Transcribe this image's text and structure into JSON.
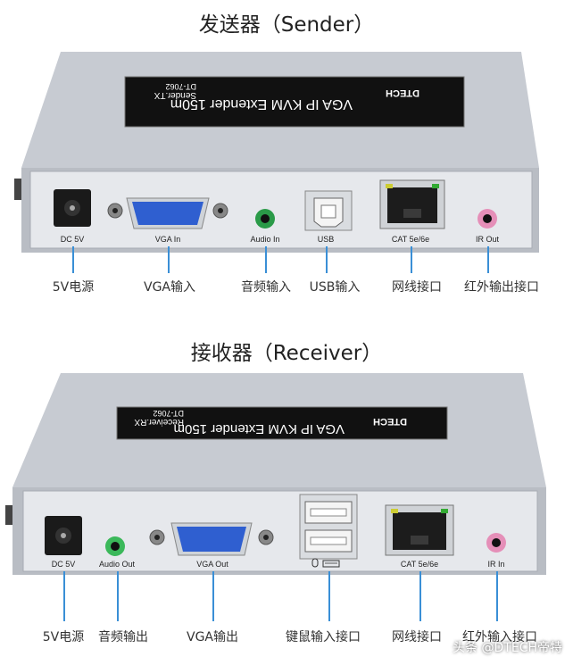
{
  "sender": {
    "title": "发送器（Sender）",
    "sticker": {
      "brand": "DTECH",
      "product": "VGA IP KVM Extender 150m",
      "model": "DT-7062",
      "unit": "Sender.TX"
    },
    "port_labels": [
      "DC 5V",
      "VGA In",
      "Audio In",
      "USB",
      "CAT 5e/6e",
      "IR Out"
    ],
    "callouts": [
      "5V电源",
      "VGA输入",
      "音频输入",
      "USB输入",
      "网线接口",
      "红外输出接口"
    ]
  },
  "receiver": {
    "title": "接收器（Receiver）",
    "sticker": {
      "brand": "DTECH",
      "product": "VGA IP KVM Extender 150m",
      "model": "DT-7062",
      "unit": "Receiver.RX"
    },
    "port_labels": [
      "DC 5V",
      "Audio Out",
      "VGA Out",
      "CAT 5e/6e",
      "IR In"
    ],
    "callouts": [
      "5V电源",
      "音频输出",
      "VGA输出",
      "键鼠输入接口",
      "网线接口",
      "红外输入接口"
    ]
  },
  "watermark": "头条 @DTECH帝特",
  "colors": {
    "case_top": "#c6cad1",
    "case_front": "#b5b9c0",
    "panel": "#e4e6ea",
    "vga_blue": "#2f5fd0",
    "audio_green": "#3bb85a",
    "ir_pink": "#e58fb8",
    "callout_line": "#3a8fd6"
  }
}
